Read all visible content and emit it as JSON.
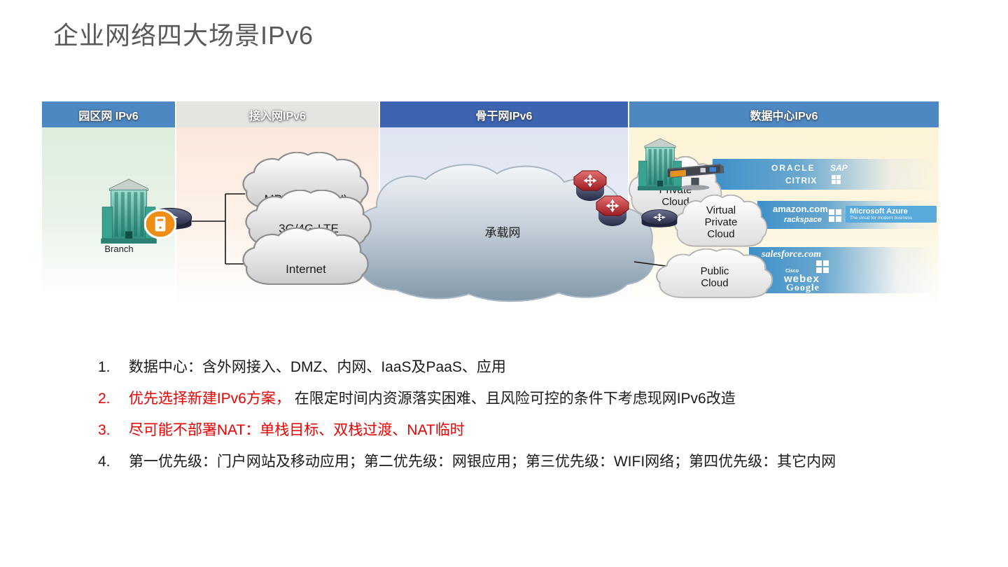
{
  "page": {
    "title": "企业网络四大场景IPv6",
    "title_color": "#595959",
    "background": "#ffffff",
    "accent_red": "#ee0000"
  },
  "sections": [
    {
      "label": "园区网 IPv6",
      "header_bg": "#4e88c3",
      "header_text_color": "#ffffff",
      "body_tint": "#ddeedd"
    },
    {
      "label": "接入网IPv6",
      "header_bg": "#e4e4e0",
      "header_text_color": "#ffffff",
      "body_tint": "#fbe8dc"
    },
    {
      "label": "骨干网IPv6",
      "header_bg": "#3c64b0",
      "header_text_color": "#ffffff",
      "body_tint": "#dfe4f2"
    },
    {
      "label": "数据中心IPv6",
      "header_bg": "#4e88c3",
      "header_text_color": "#ffffff",
      "body_tint": "#fdf3d7"
    }
  ],
  "diagram": {
    "branch": {
      "label": "Branch"
    },
    "access_clouds": [
      {
        "label": "MPLS (IP-VPN)"
      },
      {
        "label": "3G/4G-LTE"
      },
      {
        "label": "Internet"
      }
    ],
    "backbone_cloud": {
      "label": "承载网"
    },
    "dc_clouds": {
      "private": {
        "label": "Private\nCloud"
      },
      "virtual_private": {
        "label": "Virtual\nPrivate\nCloud"
      },
      "public": {
        "label": "Public\nCloud"
      }
    },
    "vendor_bars": [
      {
        "logos": {
          "oracle": "ORACLE",
          "sap": "SAP",
          "citrix": "CITRIX"
        }
      },
      {
        "logos": {
          "amazon": "amazon.com",
          "rackspace": "rackspace",
          "azure_title": "Microsoft Azure",
          "azure_subtitle": "The cloud for modern business"
        }
      },
      {
        "logos": {
          "salesforce": "salesforce.com",
          "cisco": "Cisco",
          "webex": "webex",
          "google": "Google"
        }
      }
    ]
  },
  "notes": {
    "items": [
      {
        "number": "1.",
        "color": "#1a1a1a",
        "segments": [
          {
            "text": "数据中心：含外网接入、DMZ、内网、IaaS及PaaS、应用",
            "color": "#1a1a1a"
          }
        ]
      },
      {
        "number": "2.",
        "color": "#ee0000",
        "segments": [
          {
            "text": "优先选择新建IPv6方案，",
            "color": "#ee0000"
          },
          {
            "text": "在限定时间内资源落实困难、且风险可控的条件下考虑现网IPv6改造",
            "color": "#1a1a1a"
          }
        ]
      },
      {
        "number": "3.",
        "color": "#ee0000",
        "segments": [
          {
            "text": "尽可能不部署NAT：单栈目标、双栈过渡、NAT临时",
            "color": "#ee0000"
          }
        ]
      },
      {
        "number": "4.",
        "color": "#1a1a1a",
        "segments": [
          {
            "text": "第一优先级：门户网站及移动应用；第二优先级：网银应用；第三优先级：WIFI网络；第四优先级：其它内网",
            "color": "#1a1a1a"
          }
        ]
      }
    ]
  }
}
